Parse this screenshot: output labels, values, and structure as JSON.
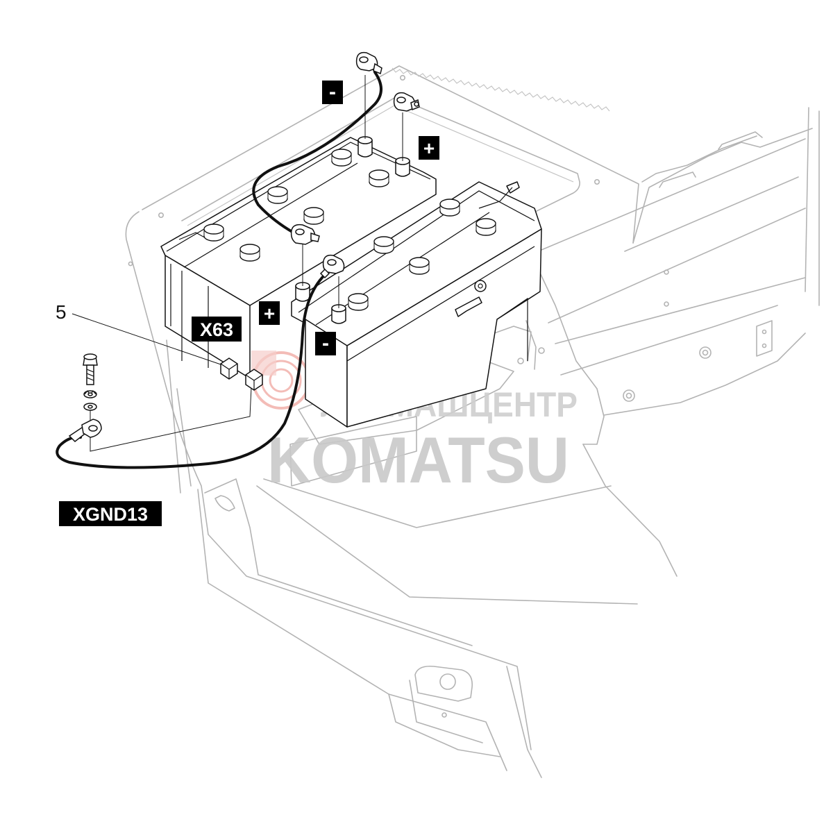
{
  "item_number": "5",
  "labels": {
    "connector": "X63",
    "ground": "XGND13"
  },
  "polarity": {
    "negative": "-",
    "positive": "+"
  },
  "watermark": {
    "line1": "ЛЕСМАШЦЕНТР",
    "line2": "KOMATSU"
  },
  "colors": {
    "line_art": "#b3b3b3",
    "part_outline": "#111111",
    "tag_background": "#000000",
    "tag_text": "#ffffff",
    "watermark_gray": "#c9c9c9",
    "watermark_red": "#f2b5b0"
  }
}
